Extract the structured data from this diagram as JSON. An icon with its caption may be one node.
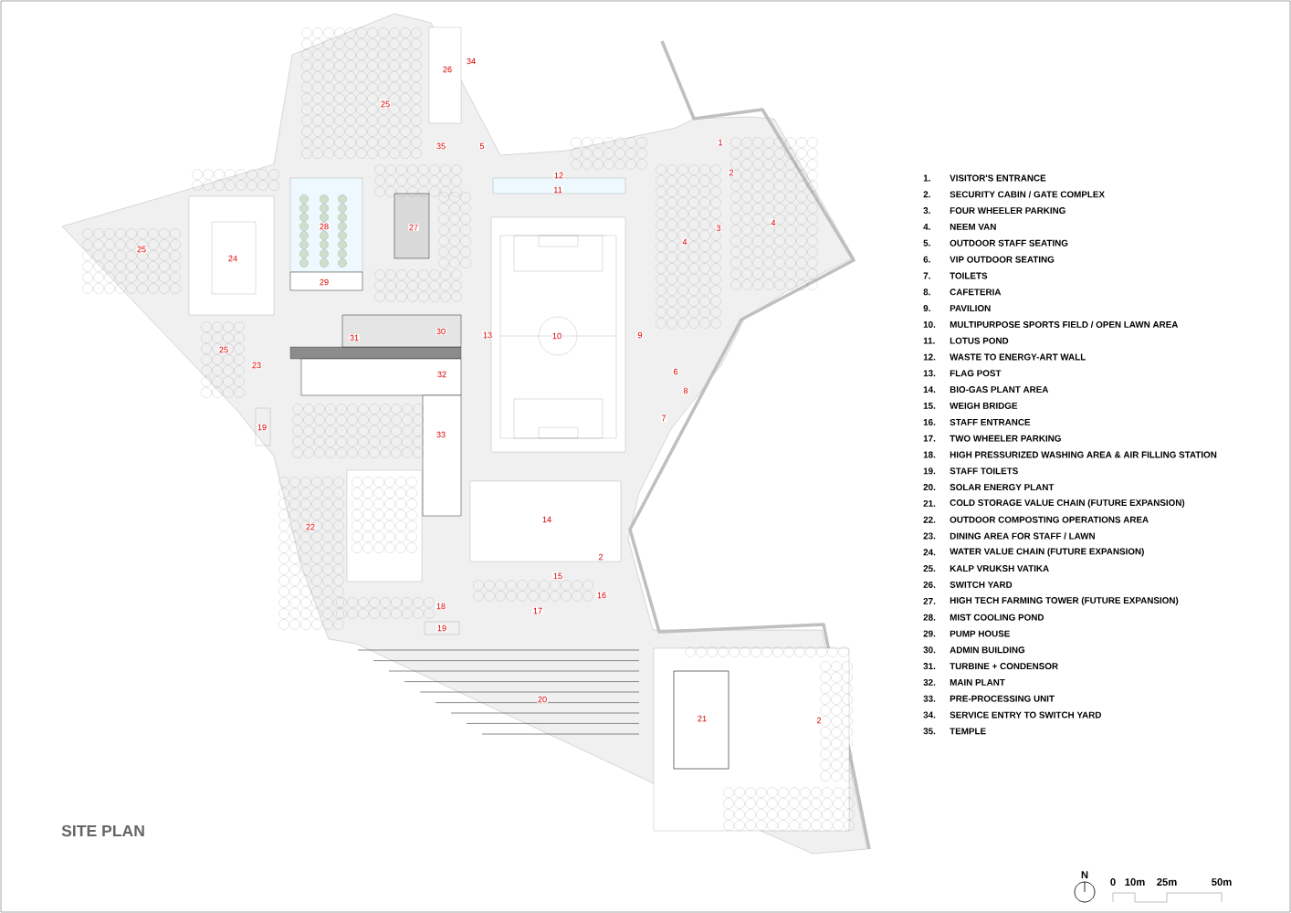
{
  "diagram": {
    "title": "SITE PLAN",
    "labels": [
      "26",
      "34",
      "25",
      "35",
      "5",
      "1",
      "12",
      "2",
      "11",
      "4",
      "28",
      "27",
      "3",
      "4",
      "25",
      "24",
      "29",
      "31",
      "30",
      "13",
      "10",
      "9",
      "25",
      "23",
      "32",
      "6",
      "8",
      "7",
      "19",
      "33",
      "14",
      "22",
      "2",
      "15",
      "16",
      "18",
      "17",
      "19",
      "20",
      "21",
      "2",
      "1.",
      "VISITOR'S ENTRANCE",
      "2.",
      "SECURITY CABIN / GATE COMPLEX",
      "3.",
      "FOUR WHEELER PARKING",
      "4.",
      "NEEM VAN",
      "5.",
      "OUTDOOR STAFF SEATING",
      "6.",
      "VIP OUTDOOR SEATING",
      "7.",
      "TOILETS",
      "8.",
      "CAFETERIA",
      "9.",
      "PAVILION",
      "10.",
      "MULTIPURPOSE SPORTS FIELD / OPEN LAWN AREA",
      "11.",
      "LOTUS POND",
      "12.",
      "WASTE TO ENERGY-ART WALL",
      "13.",
      "FLAG POST",
      "14.",
      "BIO-GAS PLANT AREA",
      "15.",
      "WEIGH BRIDGE",
      "16.",
      "STAFF ENTRANCE",
      "17.",
      "TWO WHEELER PARKING",
      "18.",
      "HIGH PRESSURIZED WASHING AREA & AIR FILLING STATION",
      "19.",
      "STAFF TOILETS",
      "20.",
      "SOLAR ENERGY PLANT",
      "21.",
      "COLD STORAGE VALUE CHAIN (FUTURE EXPANSION)",
      "22.",
      "OUTDOOR COMPOSTING OPERATIONS AREA",
      "23.",
      "DINING AREA FOR STAFF / LAWN",
      "24.",
      "WATER VALUE CHAIN (FUTURE EXPANSION)",
      "25.",
      "KALP VRUKSH VATIKA",
      "26.",
      "SWITCH YARD",
      "27.",
      "HIGH TECH FARMING TOWER (FUTURE EXPANSION)",
      "28.",
      "MIST COOLING POND",
      "29.",
      "PUMP HOUSE",
      "30.",
      "ADMIN BUILDING",
      "31.",
      "TURBINE + CONDENSOR",
      "32.",
      "MAIN PLANT",
      "33.",
      "PRE-PROCESSING UNIT",
      "34.",
      "SERVICE ENTRY TO SWITCH YARD",
      "35.",
      "TEMPLE",
      "N",
      "0",
      "10m",
      "25m",
      "50m"
    ]
  }
}
